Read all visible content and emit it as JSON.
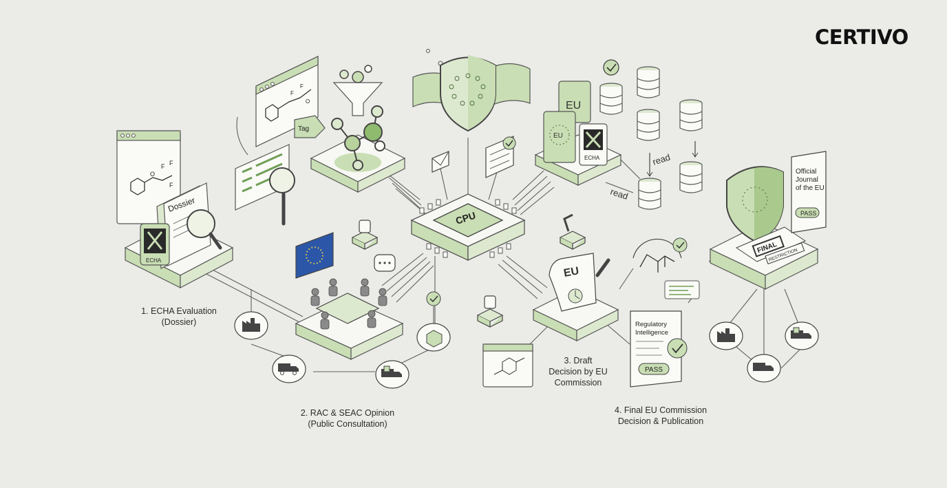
{
  "brand": {
    "logo_text": "CERTIVO"
  },
  "colors": {
    "accent": "#6f9e55",
    "accent_light": "#c9deb4",
    "accent_fill": "#dde9cf",
    "line": "#5f5f5f",
    "background": "#ebebe7"
  },
  "steps": [
    {
      "line1": "1. ECHA Evaluation",
      "line2": "(Dossier)"
    },
    {
      "line1": "2. RAC & SEAC Opinion",
      "line2": "(Public Consultation)"
    },
    {
      "line1": "3. Draft",
      "line2": "Decision by EU",
      "line3": "Commission"
    },
    {
      "line1": "4. Final EU Commission",
      "line2": "Decision & Publication"
    }
  ],
  "labels": {
    "cpu": "CPU",
    "dossier": "Dossier",
    "echa": "ECHA",
    "eu": "EU",
    "tag": "Tag",
    "read_1": "read",
    "read_2": "read",
    "final": "FINAL",
    "restriction": "RESTRICTION",
    "pass": "PASS",
    "official_journal": [
      "Official",
      "Journal",
      "of the EU"
    ],
    "regulatory_intelligence": [
      "Regulatory",
      "Intelligence"
    ],
    "f_letter": "F",
    "o_letter": "O"
  },
  "icons": [
    "cpu-chip-icon",
    "eu-shield-icon",
    "eu-flag-icon",
    "database-icon",
    "check-icon",
    "magnifier-icon",
    "molecule-icon",
    "funnel-icon",
    "envelope-icon",
    "chat-bubble-icon",
    "factory-icon",
    "truck-icon",
    "box-icon",
    "robot-arm-icon",
    "document-icon",
    "seal-icon",
    "pen-icon",
    "meeting-table-icon"
  ]
}
